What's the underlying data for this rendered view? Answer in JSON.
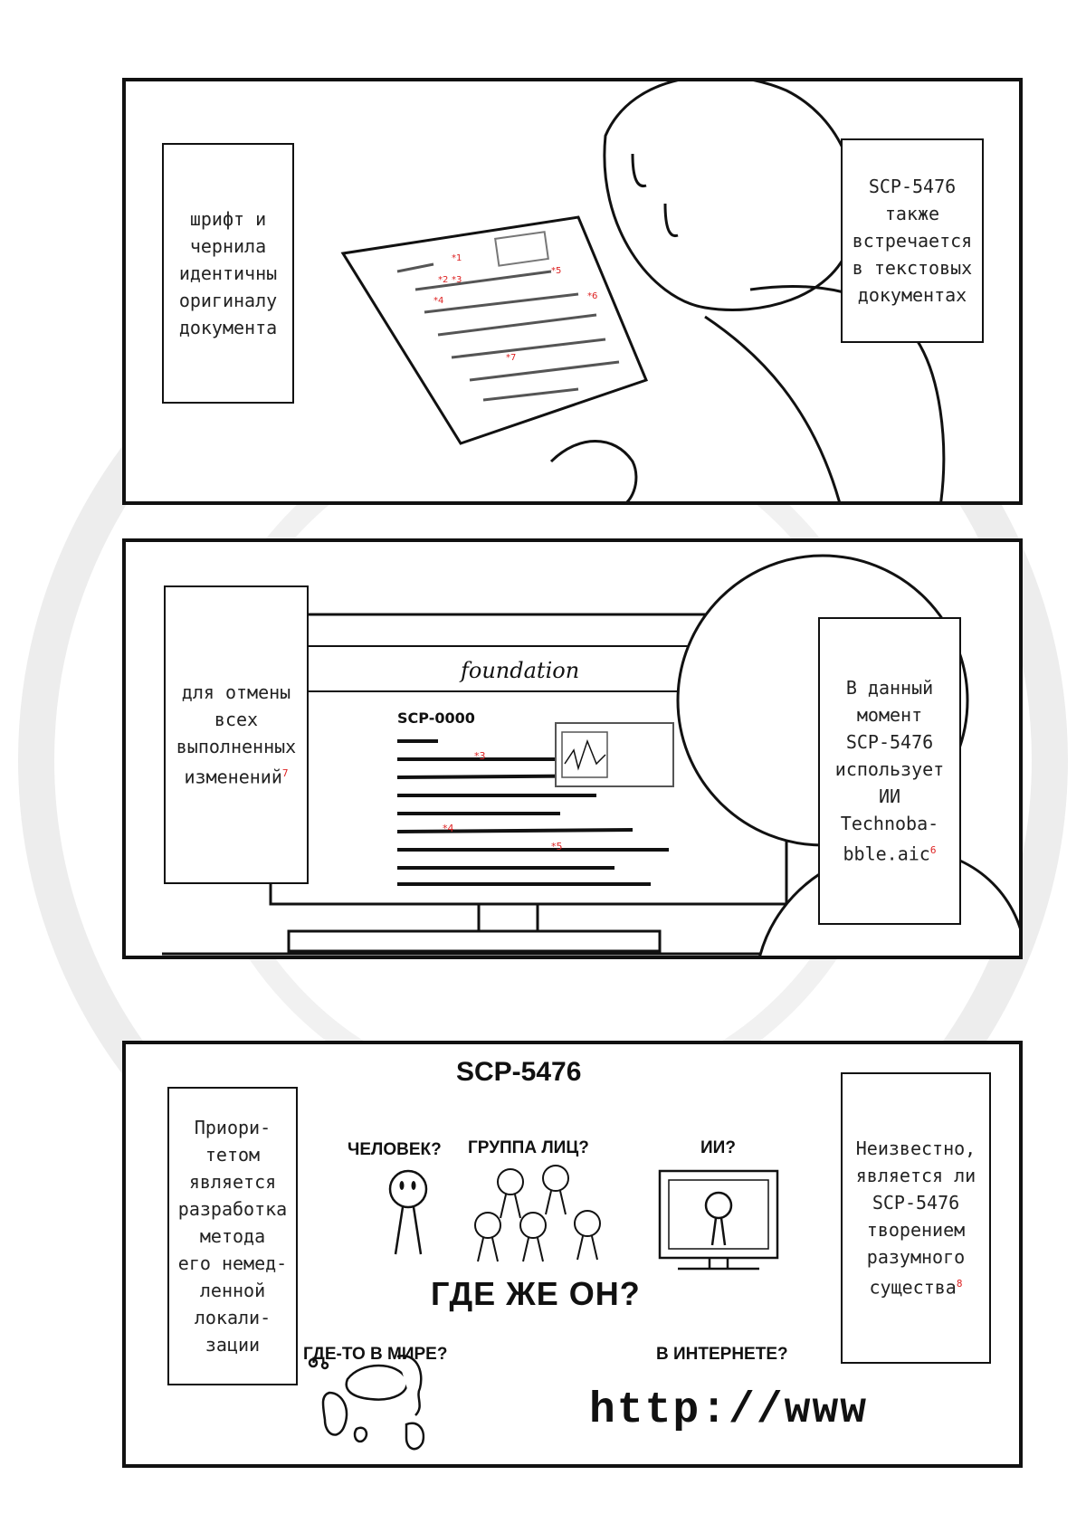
{
  "panel1": {
    "caption_left": [
      "шрифт и",
      "чернила",
      "идентичны",
      "оригиналу",
      "документа"
    ],
    "caption_right": [
      "SCP-5476",
      "также",
      "встречается",
      "в текстовых",
      "документах"
    ]
  },
  "panel2": {
    "screen_brand": "foundation",
    "screen_heading": "SCP-0000",
    "caption_left": [
      "для отмены",
      "всех",
      "выполненных",
      "изменений"
    ],
    "caption_left_note": "7",
    "caption_right": [
      "В данный",
      "момент",
      "SCP-5476",
      "использует",
      "ИИ",
      "Technoba-",
      "bble.aic"
    ],
    "caption_right_note": "6"
  },
  "panel3": {
    "title": "SCP-5476",
    "label_human": "ЧЕЛОВЕК?",
    "label_group": "ГРУППА ЛИЦ?",
    "label_ai": "ИИ?",
    "question": "ГДЕ ЖЕ ОН?",
    "label_world": "ГДЕ-ТО В МИРЕ?",
    "label_internet": "В ИНТЕРНЕТЕ?",
    "url_text": "http://www",
    "caption_left": [
      "Приори-",
      "тетом",
      "является",
      "разработка",
      "метода",
      "его немед-",
      "ленной",
      "локали-",
      "зации"
    ],
    "caption_right": [
      "Неизвестно,",
      "является ли",
      "SCP-5476",
      "творением",
      "разумного",
      "существа"
    ],
    "caption_right_note": "8"
  },
  "colors": {
    "ink": "#111111",
    "note_red": "#d22222",
    "watermark": "#ededed"
  }
}
